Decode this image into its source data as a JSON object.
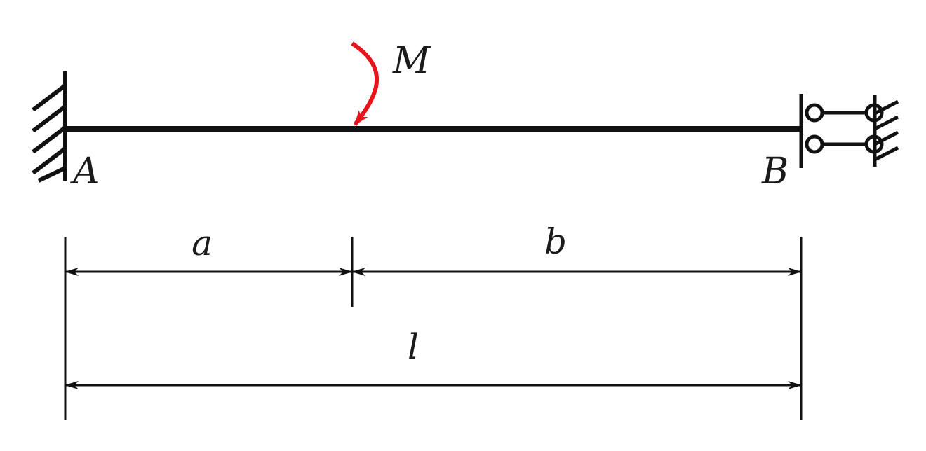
{
  "labels": {
    "moment": "M",
    "point_a": "A",
    "point_b": "B",
    "dim_a": "a",
    "dim_b": "b",
    "dim_l": "l"
  },
  "colors": {
    "line": "#111111",
    "moment": "#e8141b",
    "background": "#ffffff"
  },
  "supports": {
    "left": "fixed-wall",
    "right": "sliding-double-roller"
  }
}
